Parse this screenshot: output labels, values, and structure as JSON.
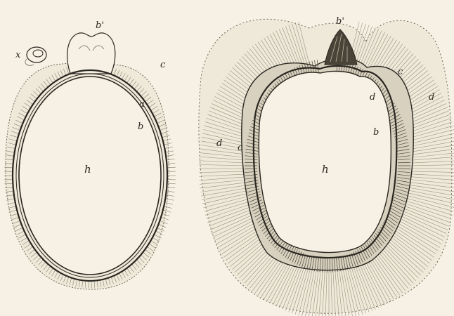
{
  "figure_left": {
    "labels": {
      "x": "x",
      "b_prime": "b'",
      "c": "c",
      "a": "a",
      "b": "b",
      "h": "h"
    }
  },
  "figure_right": {
    "labels": {
      "b_prime": "b'",
      "c_upper": "c",
      "d_inner": "d",
      "d_right": "d",
      "b": "b",
      "d_left": "d",
      "c_left": "c",
      "h": "h"
    }
  },
  "colors": {
    "paper": "#f6f1e4",
    "ink": "#2a2620",
    "hatch": "#8a8272"
  }
}
